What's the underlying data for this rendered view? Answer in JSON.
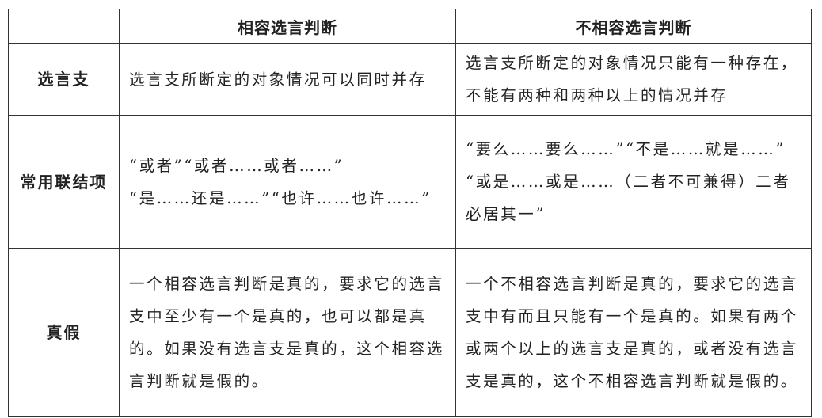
{
  "header": {
    "corner": "",
    "col1": "相容选言判断",
    "col2": "不相容选言判断"
  },
  "rows": [
    {
      "label": "选言支",
      "col1": [
        "选言支所断定的对象情况可以同时并存"
      ],
      "col2": [
        "选言支所断定的对象情况只能有一种存在，不能有两种和两种以上的情况并存"
      ]
    },
    {
      "label": "常用联结项",
      "col1": [
        "“或者”“或者……或者……”",
        "“是……还是……”“也许……也许……”"
      ],
      "col2": [
        "“要么……要么……”“不是……就是……”",
        "“或是……或是……（二者不可兼得）二者必居其一”"
      ]
    },
    {
      "label": "真假",
      "col1": [
        "一个相容选言判断是真的，要求它的选言支中至少有一个是真的，也可以都是真的。如果没有选言支是真的，这个相容选言判断就是假的。"
      ],
      "col2": [
        "一个不相容选言判断是真的，要求它的选言支中有而且只能有一个是真的。如果有两个或两个以上的选言支是真的，或者没有选言支是真的，这个不相容选言判断就是假的。"
      ]
    }
  ]
}
